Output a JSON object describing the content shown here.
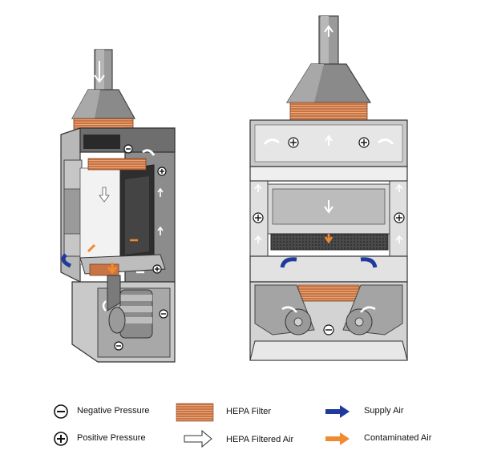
{
  "legend": {
    "negative_pressure": "Negative Pressure",
    "positive_pressure": "Positive Pressure",
    "hepa_filter": "HEPA Filter",
    "hepa_filtered_air": "HEPA Filtered Air",
    "supply_air": "Supply Air",
    "contaminated_air": "Contaminated Air"
  },
  "colors": {
    "hepa_filter": "#c87444",
    "supply_air": "#1f3a9c",
    "contaminated_air": "#f08a30",
    "cabinet_gray": "#8f8f8f",
    "cabinet_light": "#d8d8d8"
  },
  "icons": [
    "minus-circle-icon",
    "plus-circle-icon",
    "hollow-arrow-icon"
  ]
}
